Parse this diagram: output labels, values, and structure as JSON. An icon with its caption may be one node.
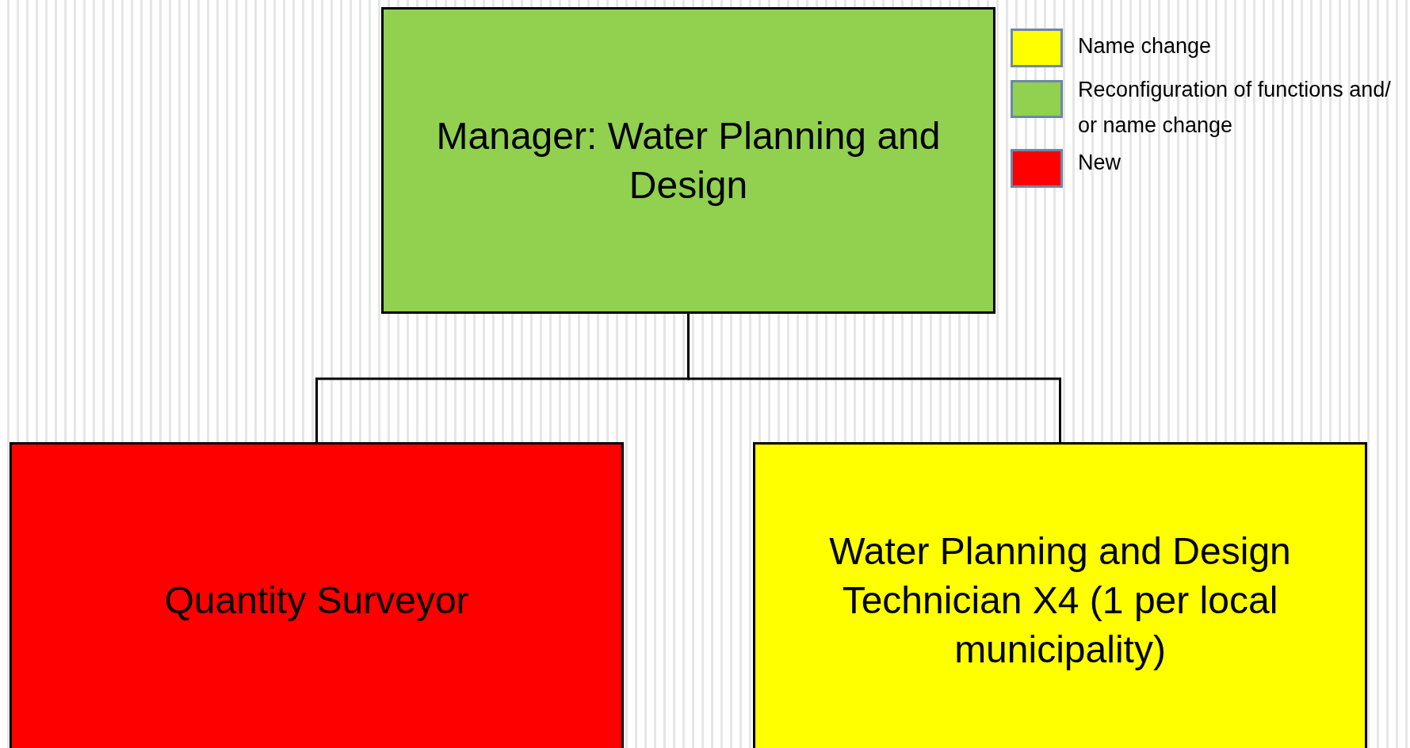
{
  "diagram": {
    "nodes": [
      {
        "text": [
          "Manager:  Water Planning and Design"
        ]
      },
      {
        "text": [
          "Quantity Surveyor"
        ]
      },
      {
        "text": [
          "Water Planning and Design Technician X4 (1 per local municipality)"
        ]
      }
    ],
    "edges": [
      {
        "from": 0,
        "to": 1,
        "arrow": "none"
      },
      {
        "from": 0,
        "to": 2,
        "arrow": "none"
      }
    ],
    "legend": [
      {
        "text": "Name change",
        "color": "#ffff00"
      },
      {
        "text": "Reconfiguration of functions and/ or name change",
        "color": "#92d050"
      },
      {
        "text": "New",
        "color": "#ff0000"
      }
    ]
  }
}
